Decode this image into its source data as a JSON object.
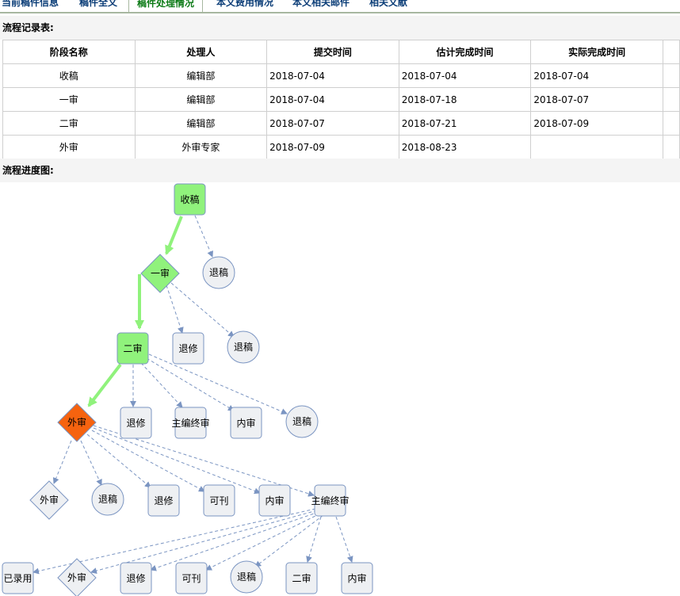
{
  "tabs": [
    "当前稿件信息",
    "稿件全文",
    "稿件处理情况",
    "本文费用情况",
    "本文相关邮件",
    "相关文献"
  ],
  "active_tab": 2,
  "record_title": "流程记录表:",
  "table": {
    "headers": [
      "阶段名称",
      "处理人",
      "提交时间",
      "估计完成时间",
      "实际完成时间"
    ],
    "rows": [
      [
        "收稿",
        "编辑部",
        "2018-07-04",
        "2018-07-04",
        "2018-07-04"
      ],
      [
        "一审",
        "编辑部",
        "2018-07-04",
        "2018-07-18",
        "2018-07-07"
      ],
      [
        "二审",
        "编辑部",
        "2018-07-07",
        "2018-07-21",
        "2018-07-09"
      ],
      [
        "外审",
        "外审专家",
        "2018-07-09",
        "2018-08-23",
        ""
      ]
    ]
  },
  "progress_title": "流程进度图:",
  "colors": {
    "done": "#90f27c",
    "current": "#f6630f",
    "pending": "#eef0f3",
    "stroke": "#7b95c2",
    "path": "#90f27c"
  },
  "flow_nodes": {
    "n1": "收稿",
    "n2": "一审",
    "n3": "退稿",
    "n4": "二审",
    "n5": "退修",
    "n6": "退稿",
    "n7": "外审",
    "n8": "退修",
    "n9": "主编终审",
    "n10": "内审",
    "n11": "退稿",
    "n12": "外审",
    "n13": "退稿",
    "n14": "退修",
    "n15": "可刊",
    "n16": "内审",
    "n17": "主编终审",
    "n18": "已录用",
    "n19": "外审",
    "n20": "退修",
    "n21": "可刊",
    "n22": "退稿",
    "n23": "二审",
    "n24": "内审"
  }
}
